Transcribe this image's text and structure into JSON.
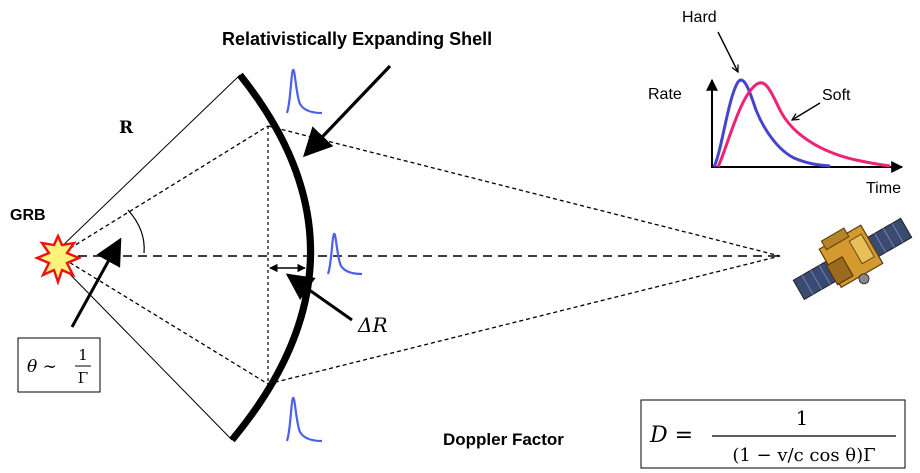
{
  "labels": {
    "title": "Relativistically Expanding Shell",
    "radius": "R",
    "source": "GRB",
    "delta_r": "ΔR",
    "hard": "Hard",
    "soft": "Soft",
    "rate": "Rate",
    "time": "Time",
    "doppler_label": "Doppler Factor"
  },
  "formulas": {
    "theta": {
      "lhs": "θ ∼",
      "num": "1",
      "den": "Γ"
    },
    "doppler": {
      "lhs": "D =",
      "num": "1",
      "den": "(1 − v/c cos θ)Γ"
    }
  },
  "colors": {
    "pulse": "#4a5ff0",
    "hard_curve": "#4444cc",
    "soft_curve": "#ee2277",
    "star_fill": "#fff27a",
    "star_stroke": "#ee1111"
  },
  "icons": {
    "source": "star-burst-icon",
    "observer": "satellite-icon"
  }
}
